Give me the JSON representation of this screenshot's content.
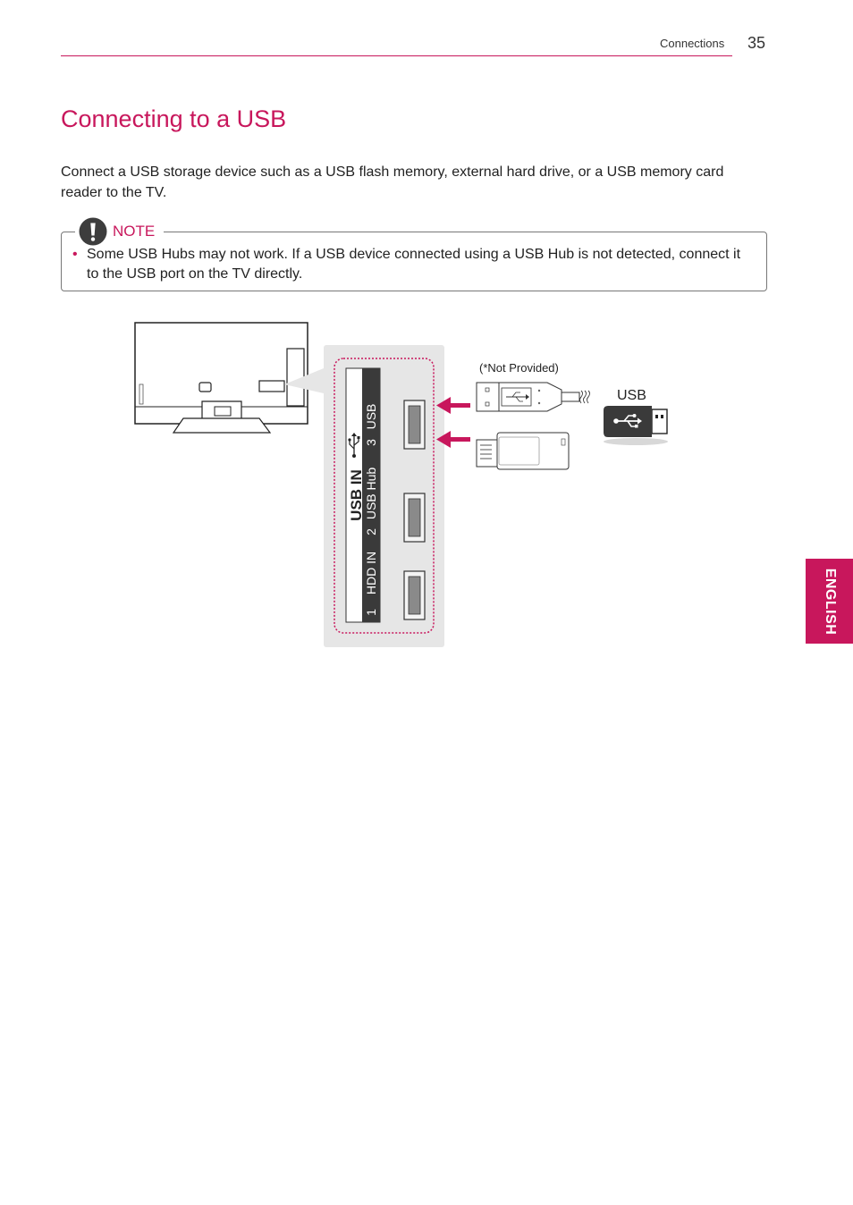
{
  "header": {
    "section": "Connections",
    "page_number": "35"
  },
  "title": "Connecting to a USB",
  "intro": "Connect a USB storage device such as a USB flash memory, external hard drive, or a USB memory card reader to the TV.",
  "note": {
    "label": "NOTE",
    "items": [
      "Some USB Hubs may not work. If a USB device connected using a USB Hub is not detected, connect it to the USB port on the TV directly."
    ]
  },
  "diagram": {
    "panel_title": "USB IN",
    "ports": [
      {
        "number": "1",
        "label": "HDD IN"
      },
      {
        "number": "2",
        "label": "USB Hub"
      },
      {
        "number": "3",
        "label": "USB"
      }
    ],
    "cable_caption": "(*Not Provided)",
    "device_label": "USB"
  },
  "side_tab": "ENGLISH",
  "colors": {
    "accent": "#c8175c",
    "panel_bg": "#e6e6e6",
    "strip_bg": "#3a3a3a"
  }
}
